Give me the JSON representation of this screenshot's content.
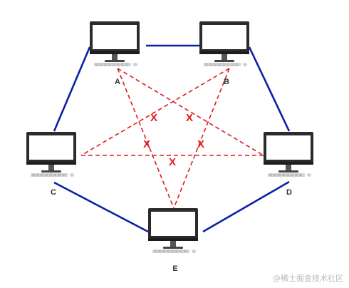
{
  "colors": {
    "link_ok": "#0b1fa8",
    "link_blocked": "#e01b1b",
    "monitor_frame": "#2b2b2b",
    "monitor_screen": "#ffffff",
    "stand": "#9a9a9a"
  },
  "nodes": [
    {
      "id": "A",
      "label": "A",
      "icon": "desktop-computer-icon"
    },
    {
      "id": "B",
      "label": "B",
      "icon": "desktop-computer-icon"
    },
    {
      "id": "C",
      "label": "C",
      "icon": "desktop-computer-icon"
    },
    {
      "id": "D",
      "label": "D",
      "icon": "desktop-computer-icon"
    },
    {
      "id": "E",
      "label": "E",
      "icon": "desktop-computer-icon"
    }
  ],
  "links": [
    {
      "from": "A",
      "to": "B",
      "style": "solid",
      "status": "connected"
    },
    {
      "from": "B",
      "to": "D",
      "style": "solid",
      "status": "connected"
    },
    {
      "from": "D",
      "to": "E",
      "style": "solid",
      "status": "connected"
    },
    {
      "from": "E",
      "to": "C",
      "style": "solid",
      "status": "connected"
    },
    {
      "from": "C",
      "to": "A",
      "style": "solid",
      "status": "connected"
    },
    {
      "from": "A",
      "to": "D",
      "style": "dashed",
      "status": "blocked",
      "mark": "X"
    },
    {
      "from": "A",
      "to": "E",
      "style": "dashed",
      "status": "blocked",
      "mark": "X"
    },
    {
      "from": "B",
      "to": "C",
      "style": "dashed",
      "status": "blocked",
      "mark": "X"
    },
    {
      "from": "B",
      "to": "E",
      "style": "dashed",
      "status": "blocked",
      "mark": "X"
    },
    {
      "from": "C",
      "to": "D",
      "style": "dashed",
      "status": "blocked",
      "mark": "X"
    }
  ],
  "watermark": "@稀土掘金技术社区"
}
